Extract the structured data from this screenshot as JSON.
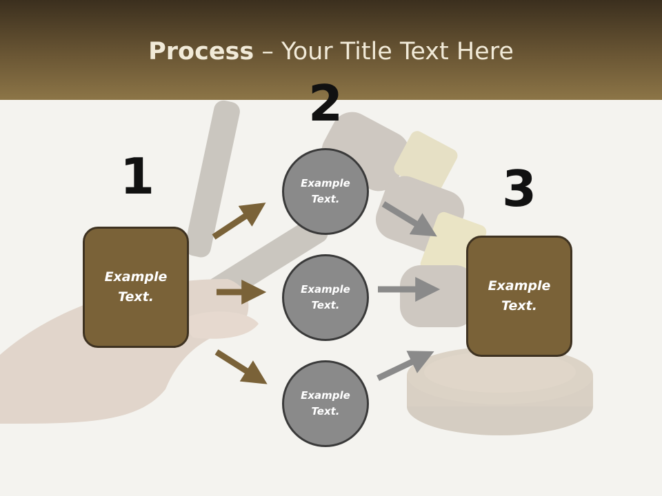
{
  "title": {
    "strong": "Process",
    "rest": " – Your Title Text Here"
  },
  "steps": {
    "step1": {
      "number": "1",
      "label": "Example Text."
    },
    "step2": {
      "number": "2"
    },
    "step3": {
      "number": "3",
      "label": "Example Text."
    }
  },
  "circles": [
    {
      "label": "Example Text."
    },
    {
      "label": "Example Text."
    },
    {
      "label": "Example Text."
    }
  ],
  "colors": {
    "header_dark": "#3b2f1e",
    "header_light": "#8c7547",
    "box_fill": "#7a6238",
    "circle_fill": "#8a8a8a",
    "arrow_brown": "#7a6238",
    "arrow_gray": "#8a8a8a"
  },
  "background_image": "faded gavel and hand"
}
